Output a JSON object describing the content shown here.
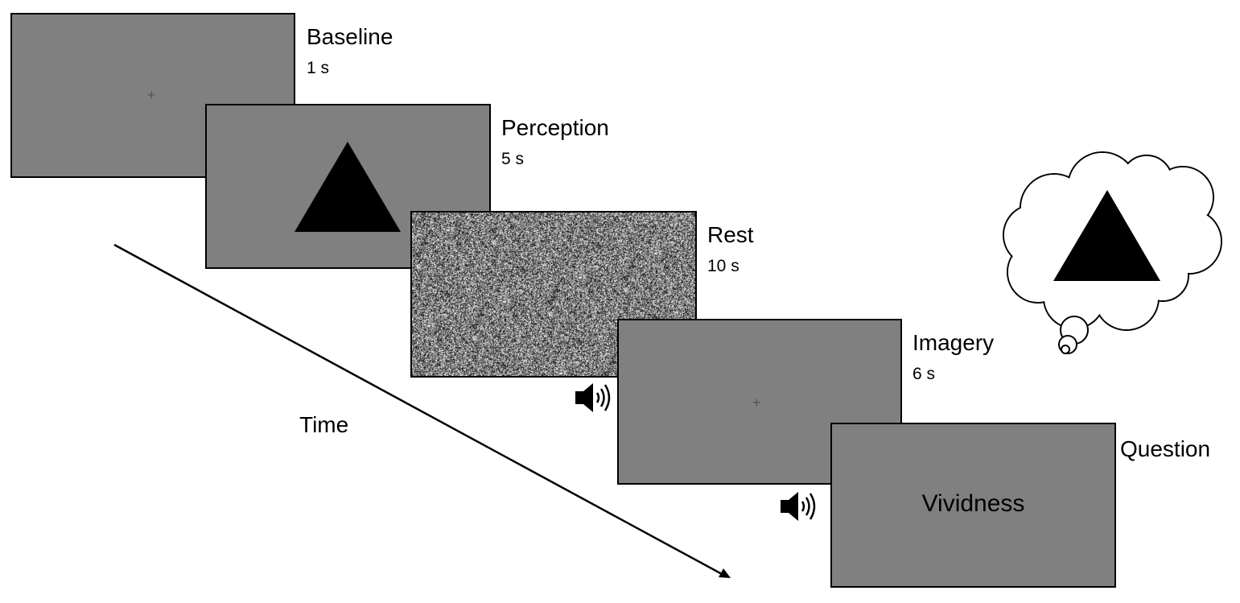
{
  "stages": [
    {
      "label": "Baseline",
      "duration": "1 s"
    },
    {
      "label": "Perception",
      "duration": "5 s"
    },
    {
      "label": "Rest",
      "duration": "10 s"
    },
    {
      "label": "Imagery",
      "duration": "6 s"
    },
    {
      "label": "Question",
      "screen_text": "Vividness"
    }
  ],
  "fixation": "+",
  "time_axis_label": "Time",
  "icons": [
    "speaker-icon",
    "speaker-icon",
    "thought-bubble-icon",
    "triangle-stimulus-icon"
  ],
  "colors": {
    "screen_gray": "#808080",
    "stimulus": "#000000",
    "background": "#ffffff"
  }
}
